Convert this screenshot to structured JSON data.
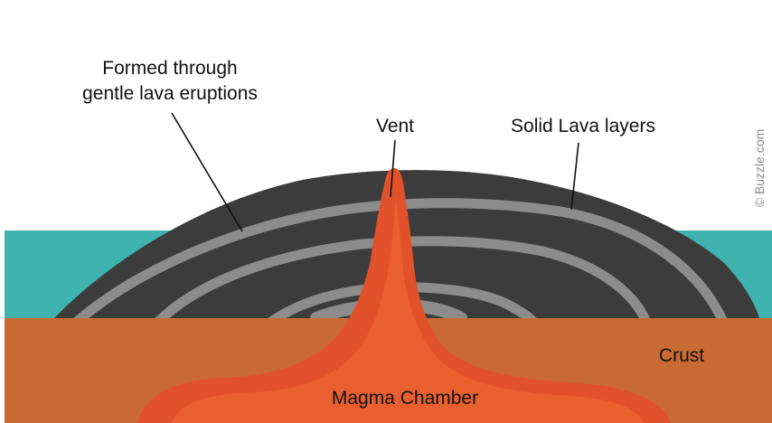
{
  "labels": {
    "formed_line1": "Formed through",
    "formed_line2": "gentle lava eruptions",
    "vent": "Vent",
    "solid_layers": "Solid Lava layers",
    "crust": "Crust",
    "magma_chamber": "Magma Chamber"
  },
  "credit": "© Buzzle.com",
  "colors": {
    "sea": "#3fb3b0",
    "crust": "#c96a32",
    "volcano": "#3c3c3c",
    "lava_layers": "#8c8c8c",
    "magma": "#e2522a",
    "magma_glow": "#ee6a35",
    "text": "#111111"
  }
}
